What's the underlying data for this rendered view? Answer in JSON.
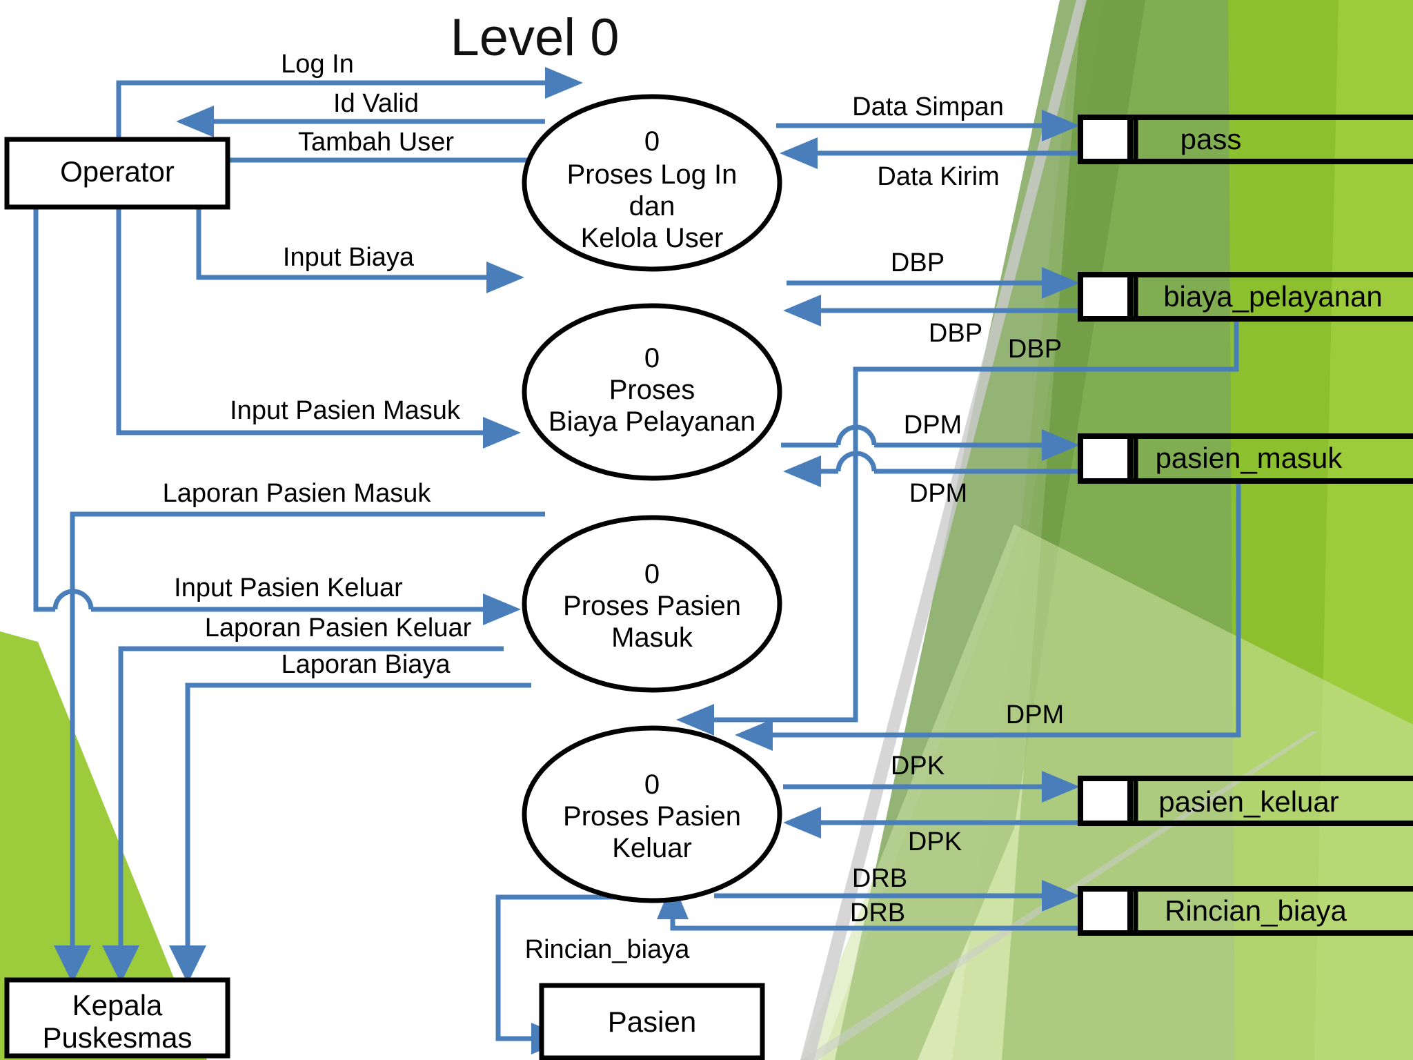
{
  "title": "Level 0",
  "externals": [
    {
      "id": "operator",
      "label": "Operator"
    },
    {
      "id": "kepala",
      "label": "Kepala\nPuskesmas",
      "line1": "Kepala",
      "line2": "Puskesmas"
    },
    {
      "id": "pasien",
      "label": "Pasien"
    }
  ],
  "processes": [
    {
      "id": "p1",
      "number": "0",
      "lines": [
        "Proses Log In",
        "dan",
        "Kelola User"
      ]
    },
    {
      "id": "p2",
      "number": "0",
      "lines": [
        "Proses",
        "Biaya Pelayanan"
      ]
    },
    {
      "id": "p3",
      "number": "0",
      "lines": [
        "Proses Pasien",
        "Masuk"
      ]
    },
    {
      "id": "p4",
      "number": "0",
      "lines": [
        "Proses Pasien",
        "Keluar"
      ]
    }
  ],
  "datastores": [
    {
      "id": "ds1",
      "label": "pass"
    },
    {
      "id": "ds2",
      "label": "biaya_pelayanan"
    },
    {
      "id": "ds3",
      "label": "pasien_masuk"
    },
    {
      "id": "ds4",
      "label": "pasien_keluar"
    },
    {
      "id": "ds5",
      "label": "Rincian_biaya"
    }
  ],
  "flows": [
    {
      "id": "f01",
      "label": "Log In"
    },
    {
      "id": "f02",
      "label": "Id Valid"
    },
    {
      "id": "f03",
      "label": "Tambah User"
    },
    {
      "id": "f04",
      "label": "Data Simpan"
    },
    {
      "id": "f05",
      "label": "Data Kirim"
    },
    {
      "id": "f06",
      "label": "Input Biaya"
    },
    {
      "id": "f07",
      "label": "DBP"
    },
    {
      "id": "f08",
      "label": "DBP"
    },
    {
      "id": "f09",
      "label": "DBP"
    },
    {
      "id": "f10",
      "label": "Input Pasien Masuk"
    },
    {
      "id": "f11",
      "label": "DPM"
    },
    {
      "id": "f12",
      "label": "DPM"
    },
    {
      "id": "f13",
      "label": "Laporan Pasien Masuk"
    },
    {
      "id": "f14",
      "label": "DPM"
    },
    {
      "id": "f15",
      "label": "Input Pasien Keluar"
    },
    {
      "id": "f16",
      "label": "Laporan Pasien Keluar"
    },
    {
      "id": "f17",
      "label": "Laporan Biaya"
    },
    {
      "id": "f18",
      "label": "DPK"
    },
    {
      "id": "f19",
      "label": "DPK"
    },
    {
      "id": "f20",
      "label": "DRB"
    },
    {
      "id": "f21",
      "label": "DRB"
    },
    {
      "id": "f22",
      "label": "Rincian_biaya"
    }
  ],
  "colors": {
    "flow_line": "#4a7ebb",
    "outline": "#000000",
    "green_light": "#9ccb3b",
    "green_mid": "#76a342",
    "green_dark": "#6f9b45",
    "green_pale": "#e3efc9",
    "background": "#ffffff"
  }
}
